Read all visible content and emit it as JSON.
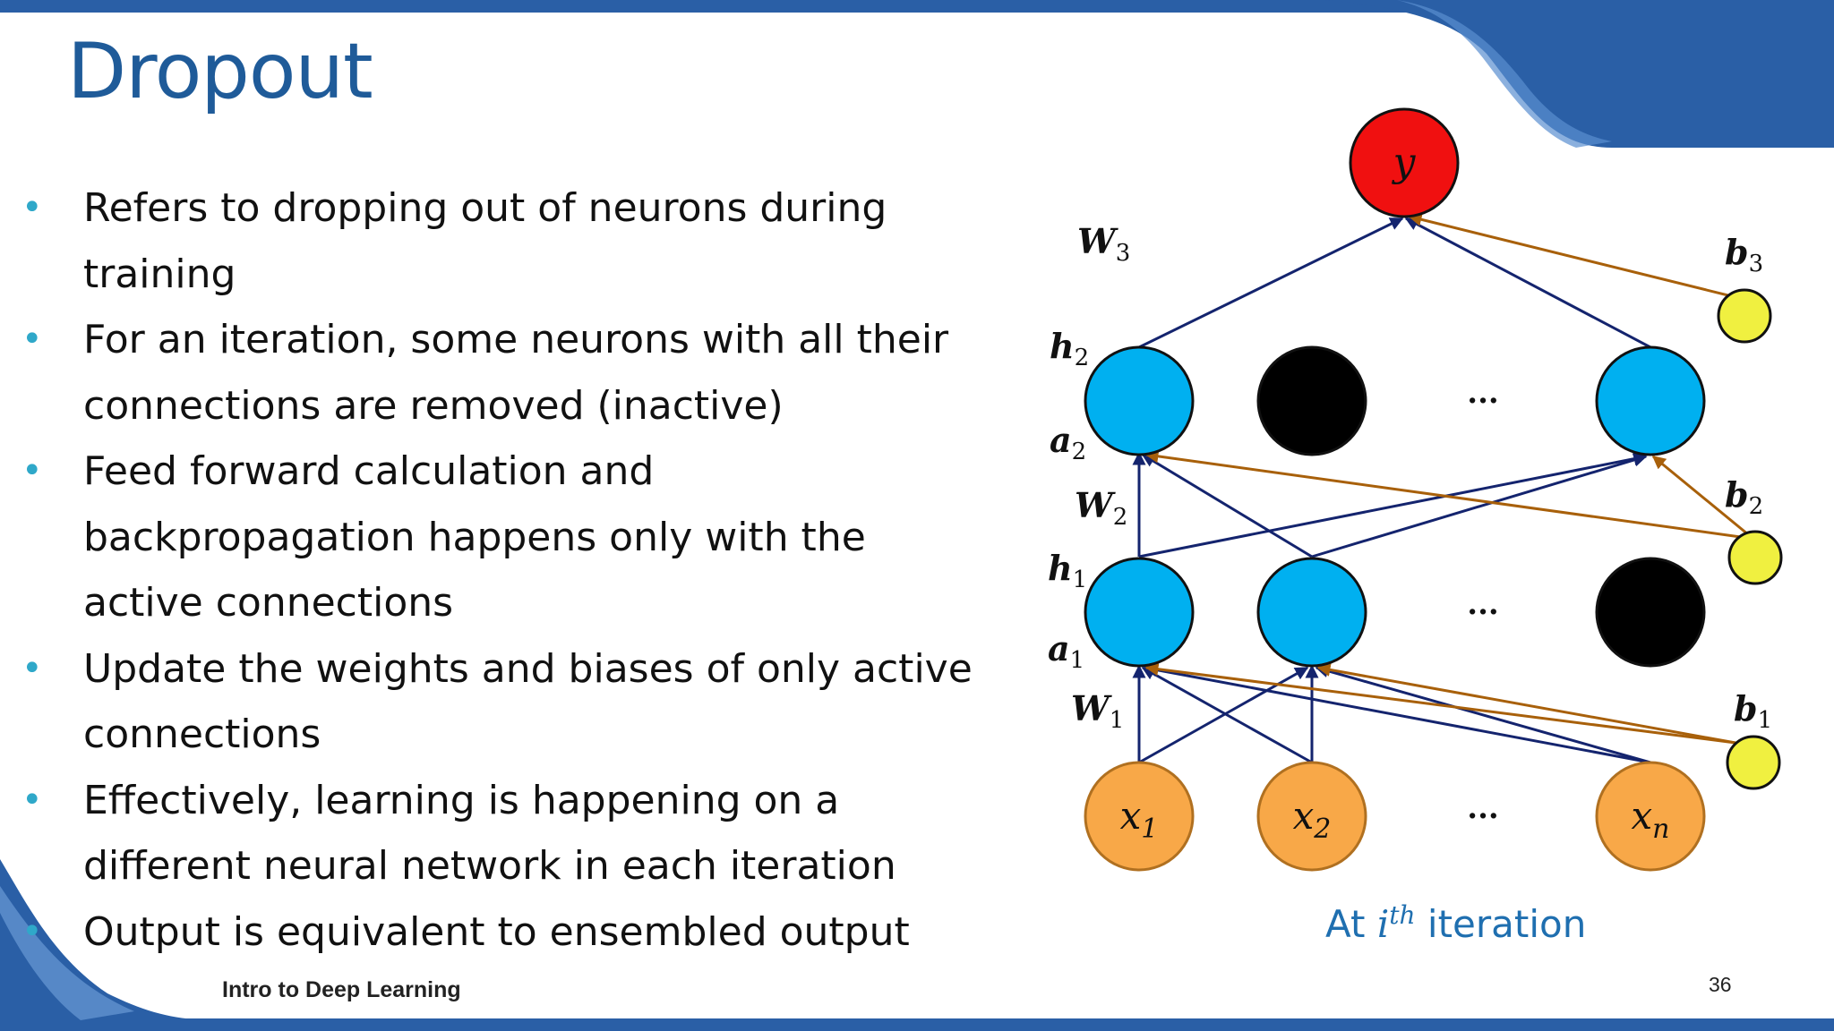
{
  "slide": {
    "title": "Dropout",
    "bullets": [
      "Refers to dropping out of neurons during training",
      "For an iteration, some neurons with all their connections are removed (inactive)",
      "Feed forward calculation and backpropagation happens only with the active connections",
      "Update the weights and biases of only active connections",
      "Effectively, learning is happening on a different neural network in each iteration",
      "Output is equivalent to ensembled output"
    ],
    "footer": "Intro to Deep Learning",
    "page_number": "36"
  },
  "diagram": {
    "caption_prefix": "At ",
    "caption_var": "i",
    "caption_sup": "th",
    "caption_suffix": " iteration",
    "colors": {
      "output": "#f01010",
      "hidden_active": "#00b0f0",
      "hidden_dropped": "#000000",
      "input": "#f8a848",
      "bias": "#f0f040",
      "weight_edge": "#14246e",
      "bias_edge": "#a8600a",
      "theme_blue": "#2a5fa6"
    },
    "output_node": {
      "label": "y"
    },
    "hidden2": [
      "active",
      "dropped",
      "active"
    ],
    "hidden1": [
      "active",
      "active",
      "dropped"
    ],
    "inputs": [
      {
        "base": "x",
        "sub": "1"
      },
      {
        "base": "x",
        "sub": "2"
      },
      {
        "base": "x",
        "sub": "n"
      }
    ],
    "ellipsis": "...",
    "layer_labels": {
      "W3": {
        "base": "W",
        "sub": "3"
      },
      "h2": {
        "base": "h",
        "sub": "2"
      },
      "a2": {
        "base": "a",
        "sub": "2"
      },
      "W2": {
        "base": "W",
        "sub": "2"
      },
      "h1": {
        "base": "h",
        "sub": "1"
      },
      "a1": {
        "base": "a",
        "sub": "1"
      },
      "W1": {
        "base": "W",
        "sub": "1"
      }
    },
    "bias_labels": {
      "b3": {
        "base": "b",
        "sub": "3"
      },
      "b2": {
        "base": "b",
        "sub": "2"
      },
      "b1": {
        "base": "b",
        "sub": "1"
      }
    }
  }
}
